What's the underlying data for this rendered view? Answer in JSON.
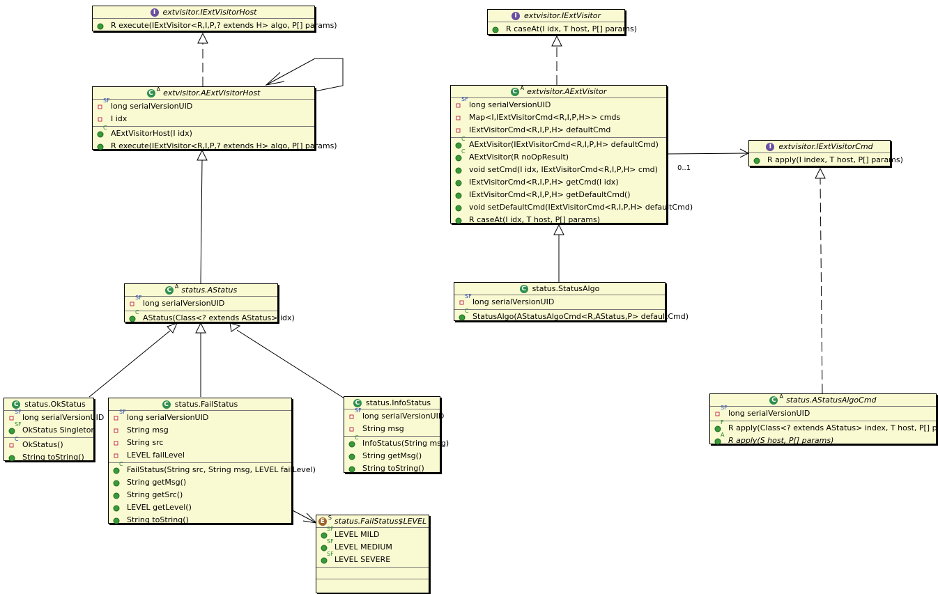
{
  "classes": {
    "IExtVisitorHost": {
      "name": "extvisitor.IExtVisitorHost",
      "kind": "interface",
      "badge": "I",
      "fields": [],
      "methods": [
        {
          "text": "R execute(IExtVisitor<R,I,P,? extends H> algo, P[] params)",
          "vis": "public",
          "mod": ""
        }
      ]
    },
    "AExtVisitorHost": {
      "name": "extvisitor.AExtVisitorHost",
      "kind": "abstract",
      "badge": "C",
      "stereo": "A",
      "fields": [
        {
          "text": "long serialVersionUID",
          "vis": "private",
          "mod": "SF"
        },
        {
          "text": "I idx",
          "vis": "private",
          "mod": ""
        }
      ],
      "methods": [
        {
          "text": "AExtVisitorHost(I idx)",
          "vis": "public",
          "mod": "C"
        },
        {
          "text": "R execute(IExtVisitor<R,I,P,? extends H> algo, P[] params)",
          "vis": "public",
          "mod": ""
        }
      ]
    },
    "AStatus": {
      "name": "status.AStatus",
      "kind": "abstract",
      "badge": "C",
      "stereo": "A",
      "fields": [
        {
          "text": "long serialVersionUID",
          "vis": "private",
          "mod": "SF"
        }
      ],
      "methods": [
        {
          "text": "AStatus(Class<? extends AStatus> idx)",
          "vis": "public",
          "mod": "C"
        }
      ]
    },
    "OkStatus": {
      "name": "status.OkStatus",
      "kind": "class",
      "badge": "C",
      "fields": [
        {
          "text": "long serialVersionUID",
          "vis": "private",
          "mod": "SF"
        },
        {
          "text": "OkStatus Singleton",
          "vis": "public",
          "mod": "SF"
        }
      ],
      "methods": [
        {
          "text": "OkStatus()",
          "vis": "private",
          "mod": "C"
        },
        {
          "text": "String toString()",
          "vis": "public",
          "mod": ""
        }
      ]
    },
    "FailStatus": {
      "name": "status.FailStatus",
      "kind": "class",
      "badge": "C",
      "fields": [
        {
          "text": "long serialVersionUID",
          "vis": "private",
          "mod": "SF"
        },
        {
          "text": "String msg",
          "vis": "private",
          "mod": ""
        },
        {
          "text": "String src",
          "vis": "private",
          "mod": ""
        },
        {
          "text": "LEVEL failLevel",
          "vis": "private",
          "mod": ""
        }
      ],
      "methods": [
        {
          "text": "FailStatus(String src, String msg, LEVEL failLevel)",
          "vis": "public",
          "mod": "C"
        },
        {
          "text": "String getMsg()",
          "vis": "public",
          "mod": ""
        },
        {
          "text": "String getSrc()",
          "vis": "public",
          "mod": ""
        },
        {
          "text": "LEVEL getLevel()",
          "vis": "public",
          "mod": ""
        },
        {
          "text": "String toString()",
          "vis": "public",
          "mod": ""
        }
      ]
    },
    "InfoStatus": {
      "name": "status.InfoStatus",
      "kind": "class",
      "badge": "C",
      "fields": [
        {
          "text": "long serialVersionUID",
          "vis": "private",
          "mod": "SF"
        },
        {
          "text": "String msg",
          "vis": "private",
          "mod": ""
        }
      ],
      "methods": [
        {
          "text": "InfoStatus(String msg)",
          "vis": "public",
          "mod": "C"
        },
        {
          "text": "String getMsg()",
          "vis": "public",
          "mod": ""
        },
        {
          "text": "String toString()",
          "vis": "public",
          "mod": ""
        }
      ]
    },
    "FailStatusLevel": {
      "name": "status.FailStatus$LEVEL",
      "kind": "enum",
      "badge": "E",
      "stereo": "S",
      "fields": [
        {
          "text": "LEVEL MILD",
          "vis": "public",
          "mod": "SF"
        },
        {
          "text": "LEVEL MEDIUM",
          "vis": "public",
          "mod": "SF"
        },
        {
          "text": "LEVEL SEVERE",
          "vis": "public",
          "mod": "SF"
        }
      ],
      "methods": []
    },
    "IExtVisitor": {
      "name": "extvisitor.IExtVisitor",
      "kind": "interface",
      "badge": "I",
      "fields": [],
      "methods": [
        {
          "text": "R caseAt(I idx, T host, P[] params)",
          "vis": "public",
          "mod": ""
        }
      ]
    },
    "AExtVisitor": {
      "name": "extvisitor.AExtVisitor",
      "kind": "abstract",
      "badge": "C",
      "stereo": "A",
      "fields": [
        {
          "text": "long serialVersionUID",
          "vis": "private",
          "mod": "SF"
        },
        {
          "text": "Map<I,IExtVisitorCmd<R,I,P,H>> cmds",
          "vis": "private",
          "mod": ""
        },
        {
          "text": "IExtVisitorCmd<R,I,P,H> defaultCmd",
          "vis": "private",
          "mod": ""
        }
      ],
      "methods": [
        {
          "text": "AExtVisitor(IExtVisitorCmd<R,I,P,H> defaultCmd)",
          "vis": "public",
          "mod": "C"
        },
        {
          "text": "AExtVisitor(R noOpResult)",
          "vis": "public",
          "mod": "C"
        },
        {
          "text": "void setCmd(I idx, IExtVisitorCmd<R,I,P,H> cmd)",
          "vis": "public",
          "mod": ""
        },
        {
          "text": "IExtVisitorCmd<R,I,P,H> getCmd(I idx)",
          "vis": "public",
          "mod": ""
        },
        {
          "text": "IExtVisitorCmd<R,I,P,H> getDefaultCmd()",
          "vis": "public",
          "mod": ""
        },
        {
          "text": "void setDefaultCmd(IExtVisitorCmd<R,I,P,H> defaultCmd)",
          "vis": "public",
          "mod": ""
        },
        {
          "text": "R caseAt(I idx, T host, P[] params)",
          "vis": "public",
          "mod": ""
        }
      ]
    },
    "IExtVisitorCmd": {
      "name": "extvisitor.IExtVisitorCmd",
      "kind": "interface",
      "badge": "I",
      "fields": [],
      "methods": [
        {
          "text": "R apply(I index, T host, P[] params)",
          "vis": "public",
          "mod": ""
        }
      ]
    },
    "StatusAlgo": {
      "name": "status.StatusAlgo",
      "kind": "class",
      "badge": "C",
      "fields": [
        {
          "text": "long serialVersionUID",
          "vis": "private",
          "mod": "SF"
        }
      ],
      "methods": [
        {
          "text": "StatusAlgo(AStatusAlgoCmd<R,AStatus,P> defaultCmd)",
          "vis": "public",
          "mod": "C"
        }
      ]
    },
    "AStatusAlgoCmd": {
      "name": "status.AStatusAlgoCmd",
      "kind": "abstract",
      "badge": "C",
      "stereo": "A",
      "fields": [
        {
          "text": "long serialVersionUID",
          "vis": "private",
          "mod": "SF"
        }
      ],
      "methods": [
        {
          "text": "R apply(Class<? extends AStatus> index, T host, P[] params)",
          "vis": "public",
          "mod": "F"
        },
        {
          "text": "R apply(S host, P[] params)",
          "vis": "public",
          "mod": "A",
          "italic": true
        }
      ]
    }
  },
  "multiplicity": "0..1",
  "colors": {
    "box": "#fafad2",
    "public": "#3a9a3a",
    "private": "#c03030"
  }
}
